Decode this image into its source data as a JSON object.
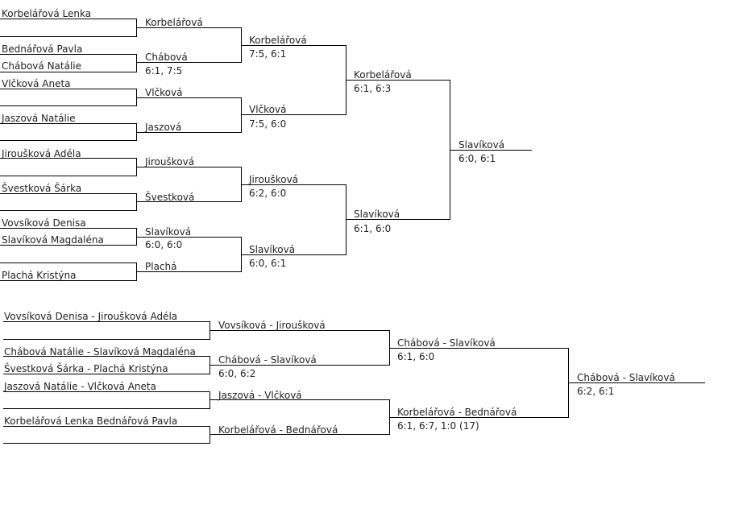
{
  "singles": {
    "round1": [
      "Korbelářová Lenka",
      "Bednářová Pavla",
      "Chábová Natálie",
      "Vlčková Aneta",
      "Jaszová Natálie",
      "Jiroušková Adéla",
      "Švestková Šárka",
      "Vovsíková Denisa",
      "Slavíková Magdaléna",
      "Plachá Kristýna"
    ],
    "round2": [
      {
        "name": "Korbelářová",
        "score": ""
      },
      {
        "name": "Chábová",
        "score": "6:1, 7:5"
      },
      {
        "name": "Vlčková",
        "score": ""
      },
      {
        "name": "Jaszová",
        "score": ""
      },
      {
        "name": "Jiroušková",
        "score": ""
      },
      {
        "name": "Švestková",
        "score": ""
      },
      {
        "name": "Slavíková",
        "score": "6:0, 6:0"
      },
      {
        "name": "Plachá",
        "score": ""
      }
    ],
    "quarterfinals": [
      {
        "name": "Korbelářová",
        "score": "7:5, 6:1"
      },
      {
        "name": "Vlčková",
        "score": "7:5, 6:0"
      },
      {
        "name": "Jiroušková",
        "score": "6:2, 6:0"
      },
      {
        "name": "Slavíková",
        "score": "6:0, 6:1"
      }
    ],
    "semifinals": [
      {
        "name": "Korbelářová",
        "score": "6:1, 6:3"
      },
      {
        "name": "Slavíková",
        "score": "6:1, 6:0"
      }
    ],
    "final": {
      "name": "Slavíková",
      "score": "6:0, 6:1"
    }
  },
  "doubles": {
    "round1": [
      "Vovsíková Denisa -  Jiroušková Adéla",
      "Chábová Natálie - Slavíková Magdaléna",
      "Švestková Šárka - Plachá Kristýna",
      "Jaszová Natálie - Vlčková Aneta",
      "Korbelářová Lenka  Bednářová Pavla"
    ],
    "round2": [
      {
        "name": "Vovsíková - Jiroušková",
        "score": ""
      },
      {
        "name": "Chábová - Slavíková",
        "score": "6:0, 6:2"
      },
      {
        "name": "Jaszová - Vlčková",
        "score": ""
      },
      {
        "name": "Korbelářová - Bednářová",
        "score": ""
      }
    ],
    "semifinals": [
      {
        "name": "Chábová - Slavíková",
        "score": "6:1, 6:0"
      },
      {
        "name": "Korbelářová - Bednářová",
        "score": "6:1, 6:7, 1:0 (17)"
      }
    ],
    "final": {
      "name": "Chábová - Slavíková",
      "score": "6:2, 6:1"
    }
  }
}
